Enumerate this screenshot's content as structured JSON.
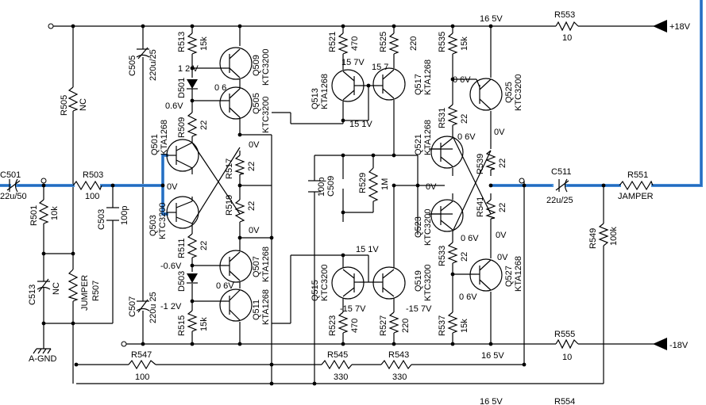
{
  "rails": {
    "pos_voltage": "+18V",
    "neg_voltage": "-18V",
    "pos_node": "16 5V",
    "neg_node": "16 5V",
    "bottom_node": "16 5V"
  },
  "resistors": [
    {
      "ref": "R553",
      "value": "10"
    },
    {
      "ref": "R555",
      "value": "10"
    },
    {
      "ref": "R554",
      "value": ""
    },
    {
      "ref": "R505",
      "value": "NC"
    },
    {
      "ref": "R503",
      "value": "100"
    },
    {
      "ref": "R501",
      "value": "10k"
    },
    {
      "ref": "R507",
      "value": "JUMPER"
    },
    {
      "ref": "R547",
      "value": "100"
    },
    {
      "ref": "R545",
      "value": "330"
    },
    {
      "ref": "R543",
      "value": "330"
    },
    {
      "ref": "R513",
      "value": "15k"
    },
    {
      "ref": "R509",
      "value": "22"
    },
    {
      "ref": "R517",
      "value": "22"
    },
    {
      "ref": "R519",
      "value": "22"
    },
    {
      "ref": "R511",
      "value": "22"
    },
    {
      "ref": "R515",
      "value": "15k"
    },
    {
      "ref": "R521",
      "value": "470"
    },
    {
      "ref": "R525",
      "value": "220"
    },
    {
      "ref": "R529",
      "value": "1M"
    },
    {
      "ref": "R523",
      "value": "470"
    },
    {
      "ref": "R527",
      "value": "220"
    },
    {
      "ref": "R535",
      "value": "15k"
    },
    {
      "ref": "R531",
      "value": "22"
    },
    {
      "ref": "R539",
      "value": "22"
    },
    {
      "ref": "R541",
      "value": "22"
    },
    {
      "ref": "R533",
      "value": "22"
    },
    {
      "ref": "R537",
      "value": "15k"
    },
    {
      "ref": "R551",
      "value": "JAMPER"
    },
    {
      "ref": "R549",
      "value": "100k"
    }
  ],
  "capacitors": [
    {
      "ref": "C501",
      "value": "22u/50"
    },
    {
      "ref": "C503",
      "value": "100p"
    },
    {
      "ref": "C513",
      "value": "NC"
    },
    {
      "ref": "C505",
      "value": "220u/25"
    },
    {
      "ref": "C507",
      "value": "220u 25"
    },
    {
      "ref": "C509",
      "value": "100p"
    },
    {
      "ref": "C511",
      "value": "22u/25"
    }
  ],
  "transistors": [
    {
      "ref": "Q501",
      "part": "KTA1268"
    },
    {
      "ref": "Q503",
      "part": "KTC3200"
    },
    {
      "ref": "Q505",
      "part": "KTC3200"
    },
    {
      "ref": "Q507",
      "part": "KTA1268"
    },
    {
      "ref": "Q509",
      "part": "KTC3200"
    },
    {
      "ref": "Q511",
      "part": "KTA1268"
    },
    {
      "ref": "Q513",
      "part": "KTA1268"
    },
    {
      "ref": "Q515",
      "part": "KTC3200"
    },
    {
      "ref": "Q517",
      "part": "KTA1268"
    },
    {
      "ref": "Q519",
      "part": "KTC3200"
    },
    {
      "ref": "Q521",
      "part": "KTA1268"
    },
    {
      "ref": "Q523",
      "part": "KTC3200"
    },
    {
      "ref": "Q525",
      "part": "KTC3200"
    },
    {
      "ref": "Q527",
      "part": "KTA1268"
    }
  ],
  "diodes": [
    {
      "ref": "D501"
    },
    {
      "ref": "D503"
    }
  ],
  "ground_label": "A-GND",
  "node_voltages": {
    "v_12p": "1 2 V",
    "v_06a": "0 6",
    "v_06b": "0.6V",
    "v_0a": "0V",
    "v_0b": "0V",
    "v_0c": "0V",
    "v_0d": "0V",
    "v_m06": "-0.6V",
    "v_06c": "0 6V",
    "v_m12": "-1 2V",
    "v_157a": "15 7V",
    "v_157b": "15 7",
    "v_151a": "15 1V",
    "v_151b": "15 1V",
    "v_0e": "0V",
    "v_m157a": "-15 7V",
    "v_m157b": "-15 7V",
    "v_06d": "0 6V",
    "v_06e": "0 6V",
    "v_0f": "0V",
    "v_0g": "0V",
    "v_06f": "0 6V",
    "v_0h": "0V",
    "v_06g": "0 6V"
  }
}
